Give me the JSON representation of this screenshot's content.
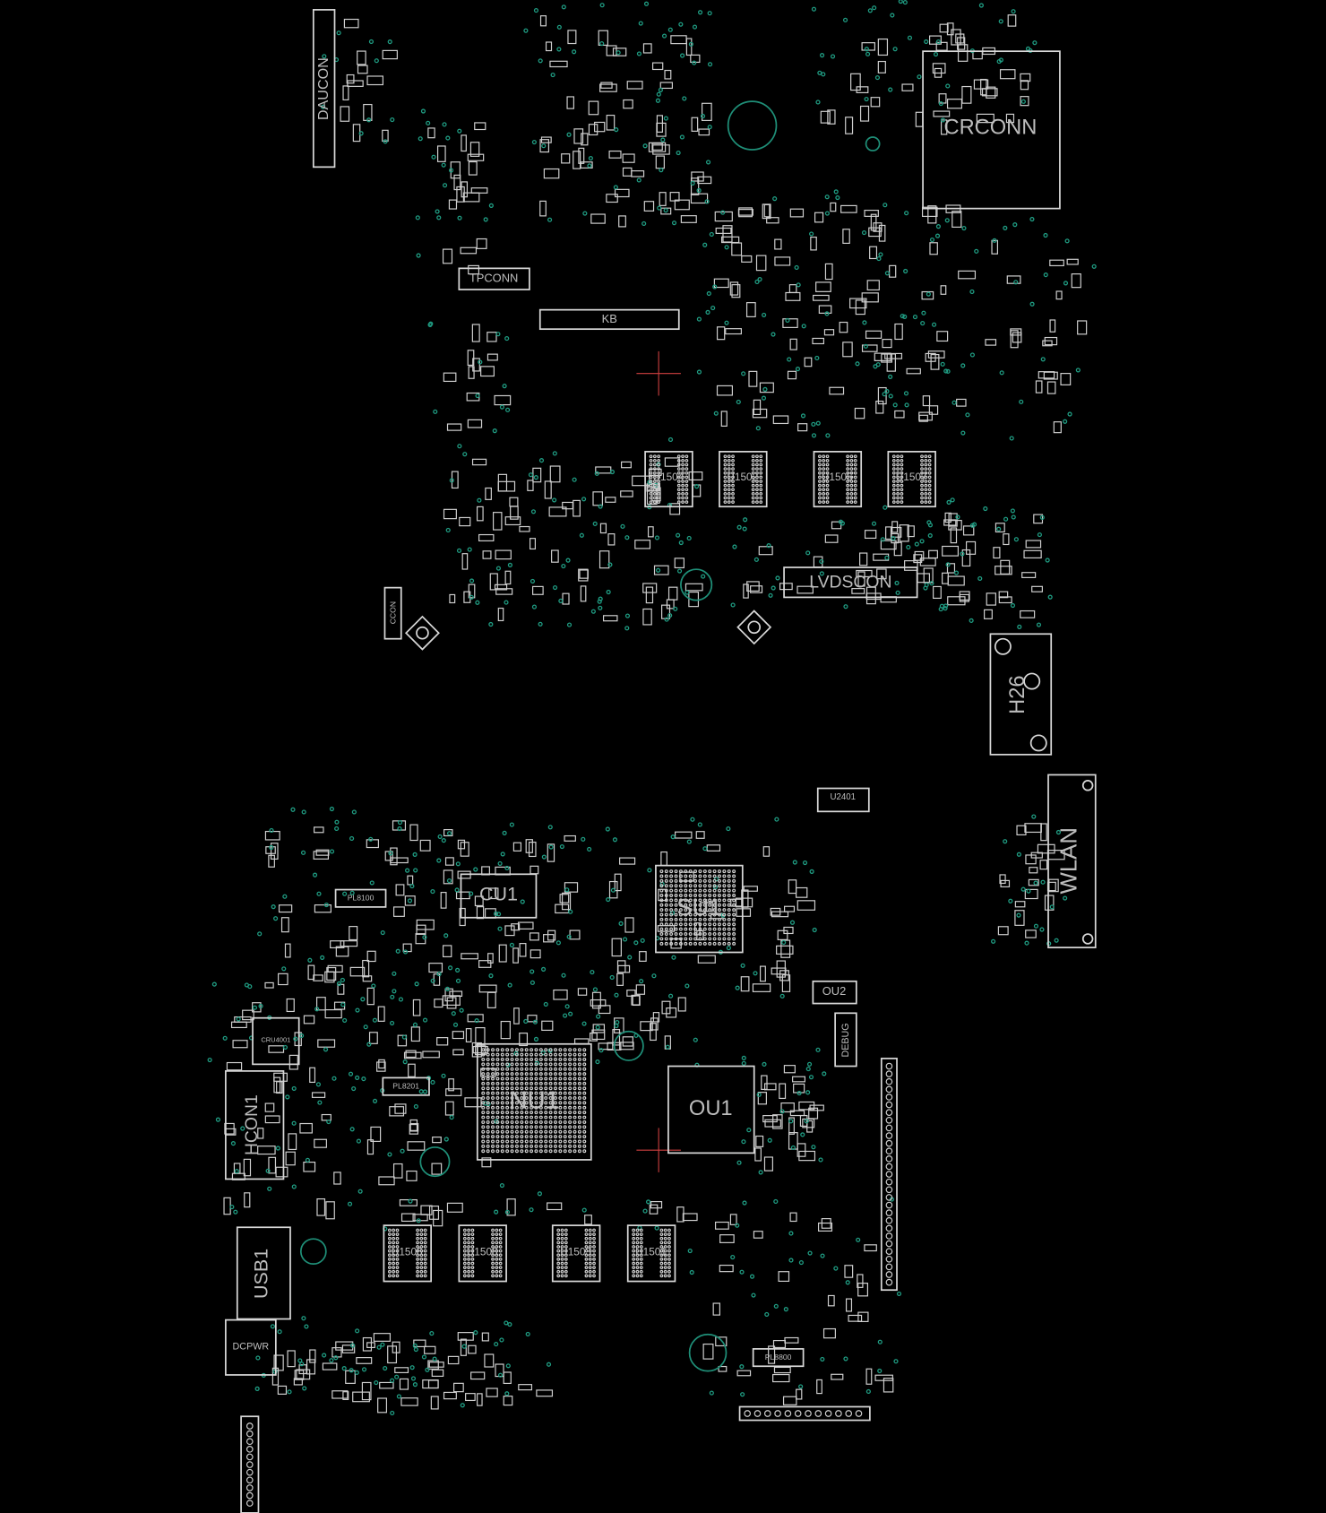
{
  "board": {
    "colors": {
      "background": "#000000",
      "outline": "#d8d8d8",
      "via": "#1f9c82",
      "marker": "#d04040"
    },
    "components": {
      "daucon": "DAUCON",
      "crconn": "CRCONN",
      "tpconn": "TPCONN",
      "kb": "KB",
      "u1504": "U1504",
      "u1502": "U1502",
      "u1505": "U1505",
      "u1507": "U1507",
      "lvdscon": "LVDSCON",
      "h26": "H26",
      "wlan": "WLAN",
      "cu1": "CU1",
      "su1": "SU1",
      "nu1": "NU1",
      "ou1": "OU1",
      "ou2": "OU2",
      "debug": "DEBUG",
      "hcon1": "HCON1",
      "cru4001": "CRU4001",
      "usb1": "USB1",
      "dcpwr": "DCPWR",
      "u1506": "U1506",
      "u1508": "U1508",
      "u1503": "U1503",
      "u1501": "U1501",
      "pl8100": "PL8100",
      "pl8201": "PL8201",
      "pl8800": "PL8800",
      "u2401": "U2401",
      "ccon": "CCON"
    }
  }
}
